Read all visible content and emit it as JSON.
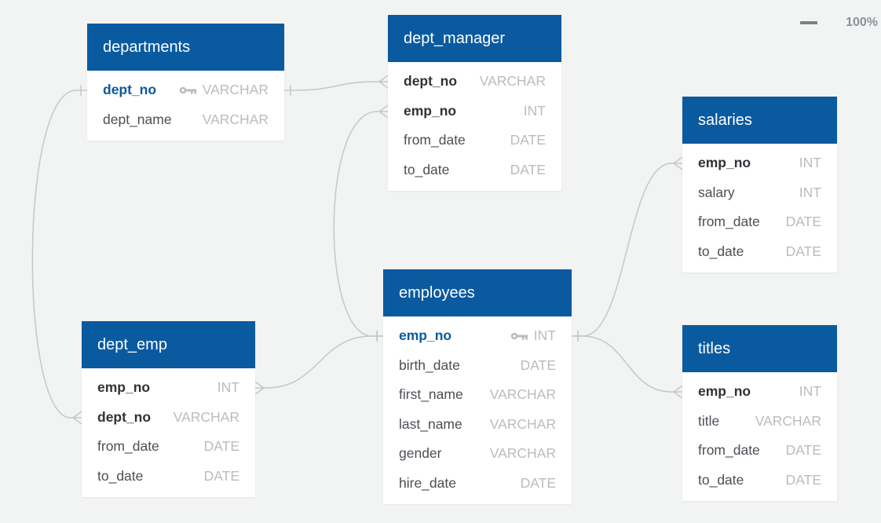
{
  "zoom": {
    "level": "100%"
  },
  "colors": {
    "header": "#0a5aa0",
    "connector": "#c5c7c9"
  },
  "tables": {
    "departments": {
      "name": "departments",
      "fields": [
        {
          "name": "dept_no",
          "type": "VARCHAR",
          "primary_key": true
        },
        {
          "name": "dept_name",
          "type": "VARCHAR"
        }
      ]
    },
    "dept_manager": {
      "name": "dept_manager",
      "fields": [
        {
          "name": "dept_no",
          "type": "VARCHAR",
          "foreign_key": true
        },
        {
          "name": "emp_no",
          "type": "INT",
          "foreign_key": true
        },
        {
          "name": "from_date",
          "type": "DATE"
        },
        {
          "name": "to_date",
          "type": "DATE"
        }
      ]
    },
    "salaries": {
      "name": "salaries",
      "fields": [
        {
          "name": "emp_no",
          "type": "INT",
          "foreign_key": true
        },
        {
          "name": "salary",
          "type": "INT"
        },
        {
          "name": "from_date",
          "type": "DATE"
        },
        {
          "name": "to_date",
          "type": "DATE"
        }
      ]
    },
    "employees": {
      "name": "employees",
      "fields": [
        {
          "name": "emp_no",
          "type": "INT",
          "primary_key": true
        },
        {
          "name": "birth_date",
          "type": "DATE"
        },
        {
          "name": "first_name",
          "type": "VARCHAR"
        },
        {
          "name": "last_name",
          "type": "VARCHAR"
        },
        {
          "name": "gender",
          "type": "VARCHAR"
        },
        {
          "name": "hire_date",
          "type": "DATE"
        }
      ]
    },
    "dept_emp": {
      "name": "dept_emp",
      "fields": [
        {
          "name": "emp_no",
          "type": "INT",
          "foreign_key": true
        },
        {
          "name": "dept_no",
          "type": "VARCHAR",
          "foreign_key": true
        },
        {
          "name": "from_date",
          "type": "DATE"
        },
        {
          "name": "to_date",
          "type": "DATE"
        }
      ]
    },
    "titles": {
      "name": "titles",
      "fields": [
        {
          "name": "emp_no",
          "type": "INT",
          "foreign_key": true
        },
        {
          "name": "title",
          "type": "VARCHAR"
        },
        {
          "name": "from_date",
          "type": "DATE"
        },
        {
          "name": "to_date",
          "type": "DATE"
        }
      ]
    }
  },
  "relationships": [
    {
      "from": "departments.dept_no",
      "to": "dept_manager.dept_no",
      "cardinality": "one-to-many"
    },
    {
      "from": "departments.dept_no",
      "to": "dept_emp.dept_no",
      "cardinality": "one-to-many"
    },
    {
      "from": "employees.emp_no",
      "to": "dept_manager.emp_no",
      "cardinality": "one-to-many"
    },
    {
      "from": "employees.emp_no",
      "to": "dept_emp.emp_no",
      "cardinality": "one-to-many"
    },
    {
      "from": "employees.emp_no",
      "to": "salaries.emp_no",
      "cardinality": "one-to-many"
    },
    {
      "from": "employees.emp_no",
      "to": "titles.emp_no",
      "cardinality": "one-to-many"
    }
  ]
}
